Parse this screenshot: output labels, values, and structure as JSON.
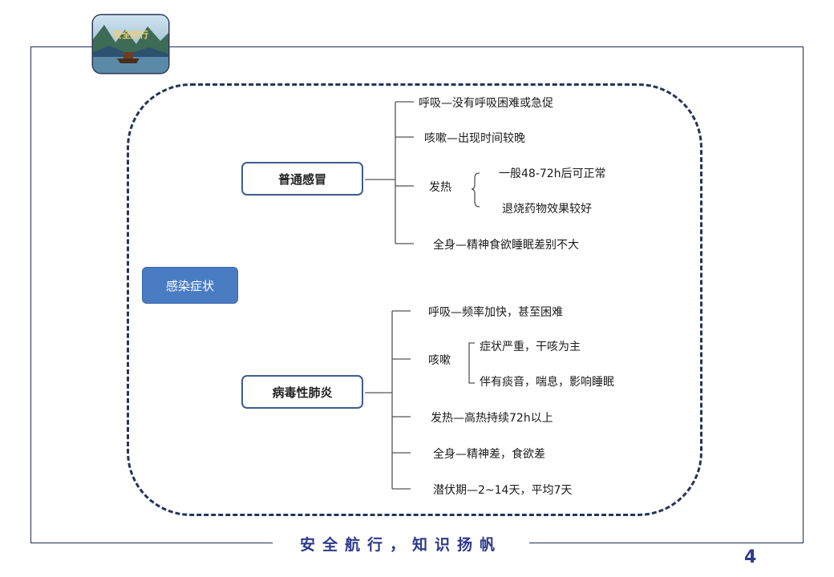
{
  "logo": {
    "text": "安全航行"
  },
  "root": {
    "label": "感染症状"
  },
  "branches": [
    {
      "label": "普通感冒",
      "items": {
        "breathing": "呼吸—没有呼吸困难或急促",
        "cough": "咳嗽—出现时间较晚",
        "fever": "发热",
        "fever_sub1": "一般48-72h后可正常",
        "fever_sub2": "退烧药物效果较好",
        "body": "全身—精神食欲睡眠差别不大"
      }
    },
    {
      "label": "病毒性肺炎",
      "items": {
        "breathing": "呼吸—频率加快，甚至困难",
        "cough": "咳嗽",
        "cough_sub1": "症状严重，干咳为主",
        "cough_sub2": "伴有痰音，喘息，影响睡眠",
        "fever": "发热—高热持续72h以上",
        "body": "全身—精神差，食欲差",
        "incubation": "潜伏期—2~14天，平均7天"
      }
    }
  ],
  "footer": {
    "slogan": "安全航行，知识扬帆",
    "page": "4"
  },
  "colors": {
    "frame": "#1f2a5a",
    "accent": "#2e3a8a",
    "root_fill": "#4a7cc4",
    "node_border": "#3f5d8f"
  }
}
